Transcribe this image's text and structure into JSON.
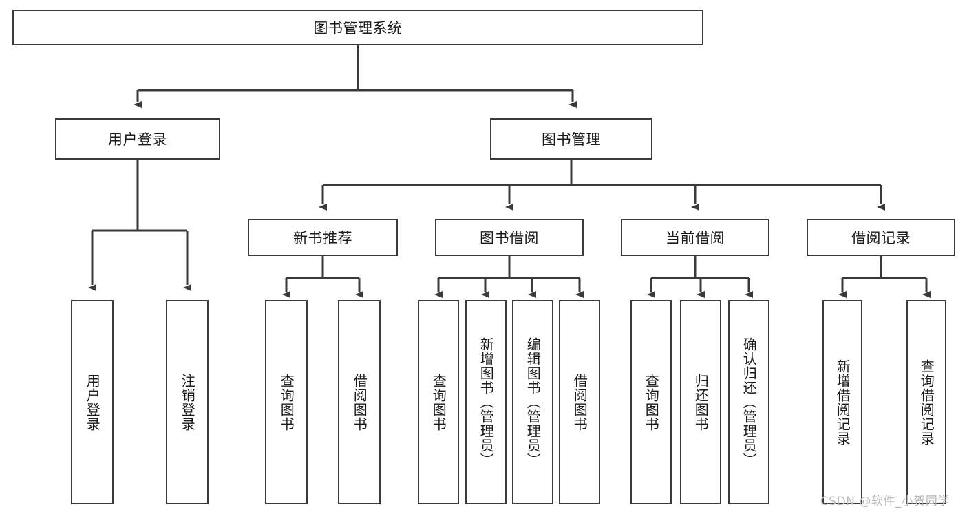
{
  "diagram": {
    "title": "图书管理系统",
    "watermark": "CSDN @软件_小贺同学",
    "line_color": "#3a3a3a",
    "background": "#ffffff",
    "text_color": "#1a1a1a",
    "nodes": {
      "root": "图书管理系统",
      "level2": {
        "user_login": "用户登录",
        "book_manage": "图书管理"
      },
      "level3": {
        "new_book_recommend": "新书推荐",
        "book_borrow": "图书借阅",
        "current_borrow": "当前借阅",
        "borrow_record": "借阅记录"
      },
      "level4": {
        "user_login_children": [
          "用户登录",
          "注销登录"
        ],
        "new_book_recommend_children": [
          "查询图书",
          "借阅图书"
        ],
        "book_borrow_children": [
          "查询图书",
          "新增图书（管理员）",
          "编辑图书（管理员）",
          "借阅图书"
        ],
        "current_borrow_children": [
          "查询图书",
          "归还图书",
          "确认归还（管理员）"
        ],
        "borrow_record_children": [
          "新增借阅记录",
          "查询借阅记录"
        ]
      }
    }
  }
}
